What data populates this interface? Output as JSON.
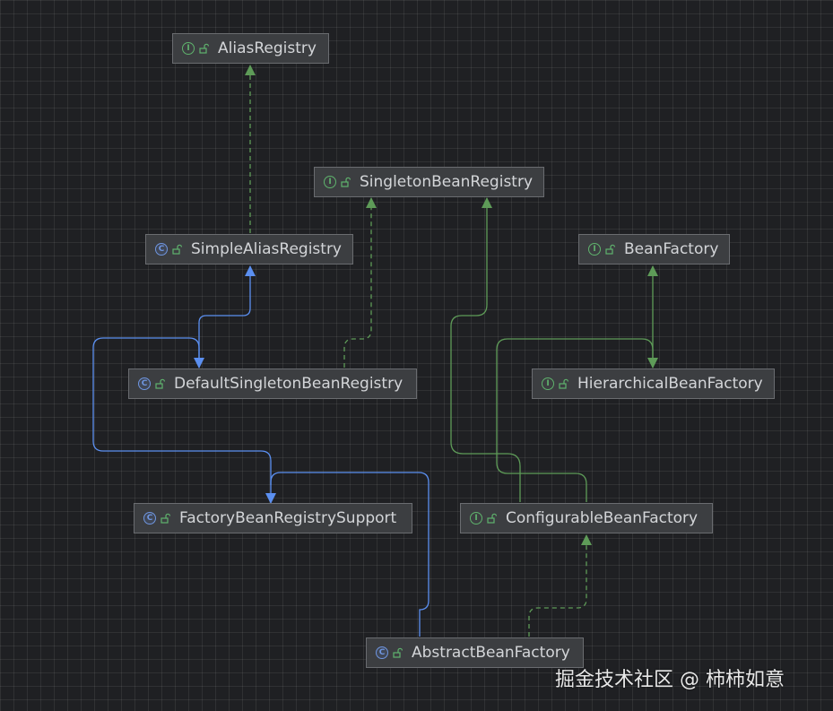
{
  "diagram": {
    "nodes": [
      {
        "id": "alias-registry",
        "name": "AliasRegistry",
        "kind": "interface",
        "badge": "I"
      },
      {
        "id": "singleton-bean-registry",
        "name": "SingletonBeanRegistry",
        "kind": "interface",
        "badge": "I"
      },
      {
        "id": "simple-alias-registry",
        "name": "SimpleAliasRegistry",
        "kind": "class",
        "badge": "C"
      },
      {
        "id": "bean-factory",
        "name": "BeanFactory",
        "kind": "interface",
        "badge": "I"
      },
      {
        "id": "default-singleton-bean-registry",
        "name": "DefaultSingletonBeanRegistry",
        "kind": "class",
        "badge": "C"
      },
      {
        "id": "hierarchical-bean-factory",
        "name": "HierarchicalBeanFactory",
        "kind": "interface",
        "badge": "I"
      },
      {
        "id": "factory-bean-registry-support",
        "name": "FactoryBeanRegistrySupport",
        "kind": "class",
        "badge": "C"
      },
      {
        "id": "configurable-bean-factory",
        "name": "ConfigurableBeanFactory",
        "kind": "interface",
        "badge": "I"
      },
      {
        "id": "abstract-bean-factory",
        "name": "AbstractBeanFactory",
        "kind": "class",
        "badge": "C"
      }
    ],
    "edges": [
      {
        "from": "simple-alias-registry",
        "to": "alias-registry",
        "type": "implements"
      },
      {
        "from": "default-singleton-bean-registry",
        "to": "simple-alias-registry",
        "type": "extends"
      },
      {
        "from": "default-singleton-bean-registry",
        "to": "singleton-bean-registry",
        "type": "implements"
      },
      {
        "from": "configurable-bean-factory",
        "to": "singleton-bean-registry",
        "type": "extends-interface"
      },
      {
        "from": "hierarchical-bean-factory",
        "to": "bean-factory",
        "type": "extends-interface"
      },
      {
        "from": "configurable-bean-factory",
        "to": "hierarchical-bean-factory",
        "type": "extends-interface"
      },
      {
        "from": "factory-bean-registry-support",
        "to": "default-singleton-bean-registry",
        "type": "extends"
      },
      {
        "from": "abstract-bean-factory",
        "to": "factory-bean-registry-support",
        "type": "extends"
      },
      {
        "from": "abstract-bean-factory",
        "to": "configurable-bean-factory",
        "type": "implements"
      }
    ],
    "colors": {
      "background": "#1f2023",
      "node_fill": "#3c3e41",
      "node_border": "#6a6c70",
      "text": "#d3d5d8",
      "extends_edge": "#5b8ff0",
      "interface_edge": "#5e9b58",
      "interface_badge": "#5fb36d",
      "class_badge": "#6f96e0"
    },
    "icons": {
      "interface": "interface-badge-icon",
      "class": "class-badge-icon",
      "visibility": "open-lock-icon"
    }
  },
  "watermark": "掘金技术社区 @ 柿柿如意"
}
